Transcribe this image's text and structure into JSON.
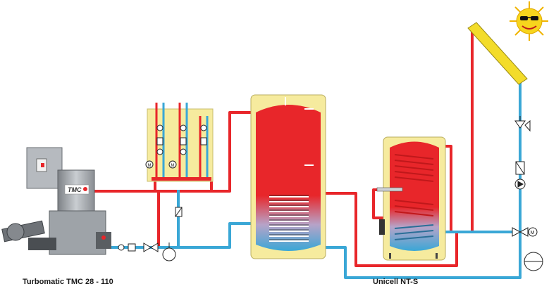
{
  "captions": {
    "boiler": "Turbomatic TMC 28 - 110",
    "storage_tank": "Unicell NT-S"
  },
  "boiler_brand": "TMC",
  "motor_symbol": "M",
  "colors": {
    "hot_pipe": "#e8262a",
    "cold_pipe": "#3aa7d6",
    "panel_bg": "#f6eb9e",
    "tank_shell": "#f6eb9e",
    "solar_collector": "#f3dc2a",
    "sun": "#f7d51d",
    "boiler_body": "#9ea3a8"
  },
  "icons": [
    "sun-icon",
    "motor-valve-icon",
    "pump-icon",
    "safety-valve-icon",
    "expansion-vessel-icon",
    "check-valve-icon",
    "flow-meter-icon"
  ]
}
